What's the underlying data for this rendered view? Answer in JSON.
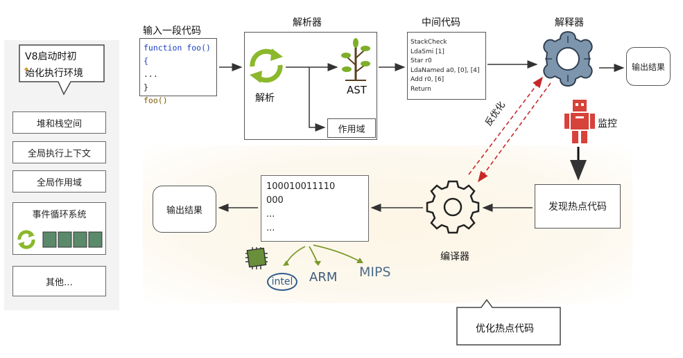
{
  "left_panel": {
    "bubble": [
      "V8启动时初",
      "始化执行环境"
    ],
    "items": [
      "堆和栈空间",
      "全局执行上下文",
      "全局作用域",
      "事件循环系统",
      "其他…"
    ]
  },
  "source": {
    "title": "输入一段代码",
    "lines": [
      "function foo() {",
      "...",
      "}",
      "foo()"
    ]
  },
  "parser": {
    "title": "解析器",
    "parse_label": "解析",
    "ast_label": "AST",
    "scope_label": "作用域"
  },
  "bytecode": {
    "title": "中间代码",
    "lines": [
      "StackCheck",
      "LdaSmi [1]",
      "Star r0",
      "LdaNamed a0, [0], [4]",
      "Add r0, [6]",
      "Return"
    ]
  },
  "interpreter": {
    "title": "解释器",
    "output": "输出结果",
    "monitor": "监控",
    "deopt": "反优化"
  },
  "compiler": {
    "hot_code": "发现热点代码",
    "title": "编译器",
    "machine_code": [
      "100010011110",
      "000",
      "...",
      "..."
    ],
    "output": "输出结果",
    "targets": [
      "intel",
      "ARM",
      "MIPS"
    ],
    "callout": "优化热点代码"
  },
  "colors": {
    "accent_green": "#8bb82c",
    "gear_blue": "#7d96ad",
    "robot_red": "#d7423a",
    "dashed_red": "#c62828",
    "chip_green": "#6a8f3b"
  }
}
